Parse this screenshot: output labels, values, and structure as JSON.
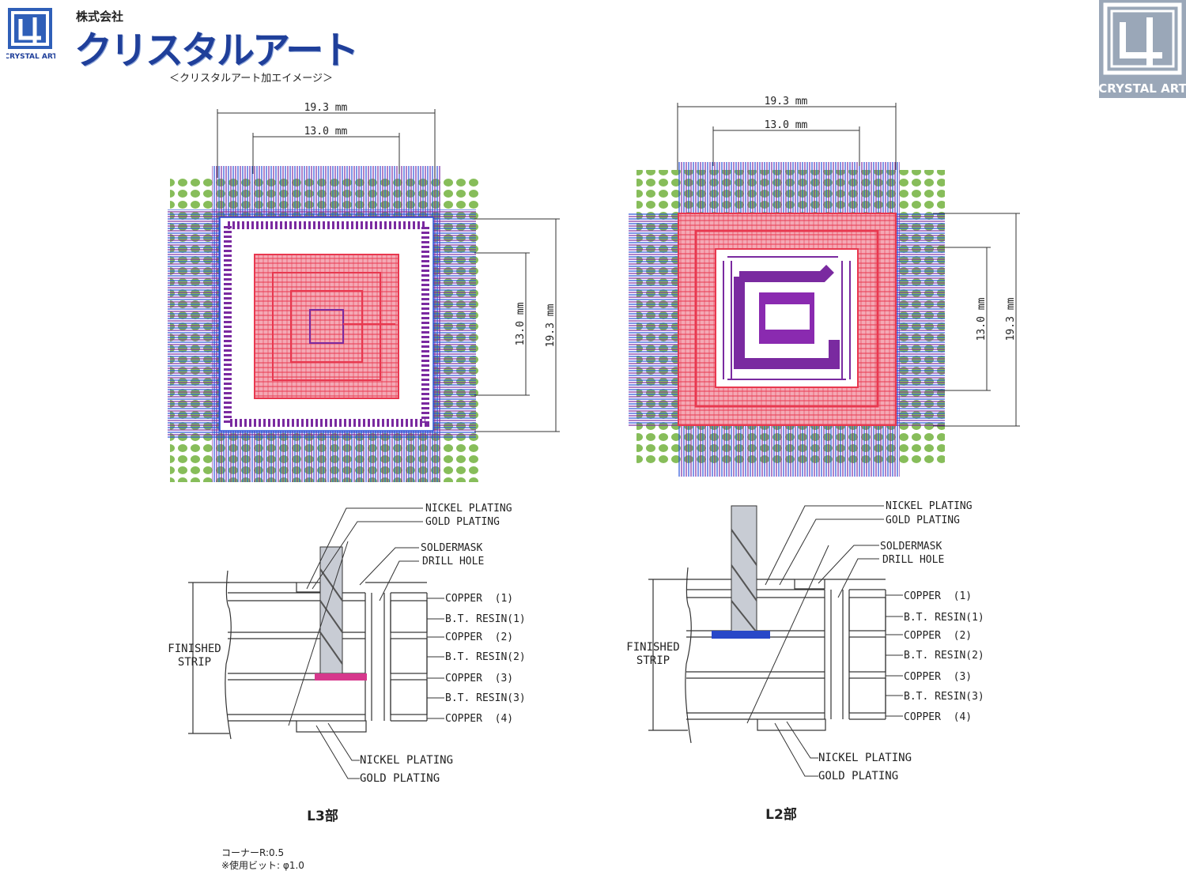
{
  "header": {
    "company_small": "株式会社",
    "brand_name": "クリスタルアート",
    "logo_text": "CRYSTAL ART",
    "logo_text_big": "CRYSTAL ART",
    "subtitle": "＜クリスタルアート加エイメージ＞"
  },
  "left_chip": {
    "dim_outer_h": "19.3 mm",
    "dim_inner_h": "13.0 mm",
    "dim_inner_v": "13.0 mm",
    "dim_outer_v": "19.3 mm"
  },
  "right_chip": {
    "dim_outer_h": "19.3 mm",
    "dim_inner_h": "13.0 mm",
    "dim_inner_v": "13.0 mm",
    "dim_outer_v": "19.3 mm"
  },
  "left_section": {
    "label_nickel_top": "NICKEL PLATING",
    "label_gold_top": "GOLD PLATING",
    "label_soldermask": "SOLDERMASK",
    "label_drill": "DRILL HOLE",
    "layers": [
      "COPPER  (1)",
      "B.T. RESIN(1)",
      "COPPER  (2)",
      "B.T. RESIN(2)",
      "COPPER  (3)",
      "B.T. RESIN(3)",
      "COPPER  (4)"
    ],
    "finished_1": "FINISHED",
    "finished_2": "STRIP",
    "label_nickel_bottom": "NICKEL PLATING",
    "label_gold_bottom": "GOLD PLATING",
    "caption": "L3部"
  },
  "right_section": {
    "label_nickel_top": "NICKEL PLATING",
    "label_gold_top": "GOLD PLATING",
    "label_soldermask": "SOLDERMASK",
    "label_drill": "DRILL HOLE",
    "layers": [
      "COPPER  (1)",
      "B.T. RESIN(1)",
      "COPPER  (2)",
      "B.T. RESIN(2)",
      "COPPER  (3)",
      "B.T. RESIN(3)",
      "COPPER  (4)"
    ],
    "finished_1": "FINISHED",
    "finished_2": "STRIP",
    "label_nickel_bottom": "NICKEL PLATING",
    "label_gold_bottom": "GOLD PLATING",
    "caption": "L2部"
  },
  "notes": {
    "corner": "コーナーR:0.5",
    "bit": "※使用ビット: φ1.0"
  },
  "colors": {
    "brand_blue": "#1f3f9a",
    "trace_red": "#e8384f",
    "trace_purple": "#7a2aa0",
    "trace_blue": "#2850d8",
    "pad_green": "#7ab648",
    "magenta_mark": "#d6388c",
    "blue_mark": "#2848c8"
  }
}
